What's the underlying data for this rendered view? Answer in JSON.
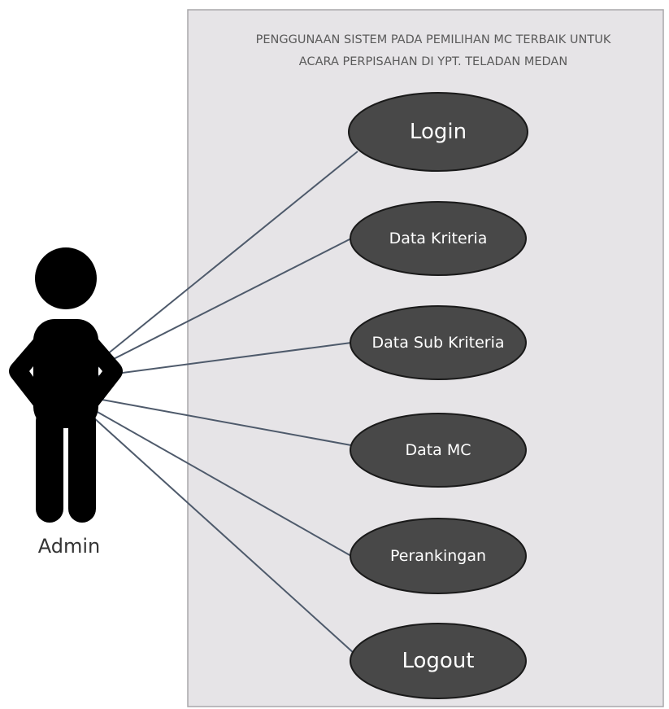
{
  "diagram": {
    "system_boundary": {
      "title_line1": "PENGGUNAAN SISTEM PADA PEMILIHAN MC TERBAIK UNTUK",
      "title_line2": "ACARA PERPISAHAN DI YPT. TELADAN MEDAN"
    },
    "actor": {
      "label": "Admin"
    },
    "use_cases": [
      {
        "id": "login",
        "label": "Login"
      },
      {
        "id": "data-kriteria",
        "label": "Data Kriteria"
      },
      {
        "id": "data-sub-kriteria",
        "label": "Data Sub Kriteria"
      },
      {
        "id": "data-mc",
        "label": "Data MC"
      },
      {
        "id": "perankingan",
        "label": "Perankingan"
      },
      {
        "id": "logout",
        "label": "Logout"
      }
    ],
    "colors": {
      "boundary_fill": "#e6e4e7",
      "boundary_stroke": "#a9a7aa",
      "usecase_fill": "#484848",
      "usecase_stroke": "#1a1a1a",
      "usecase_text": "#ffffff",
      "line": "#4e5a6b",
      "actor": "#000000",
      "title_text": "#5a5a5a",
      "actor_label": "#333333"
    }
  }
}
